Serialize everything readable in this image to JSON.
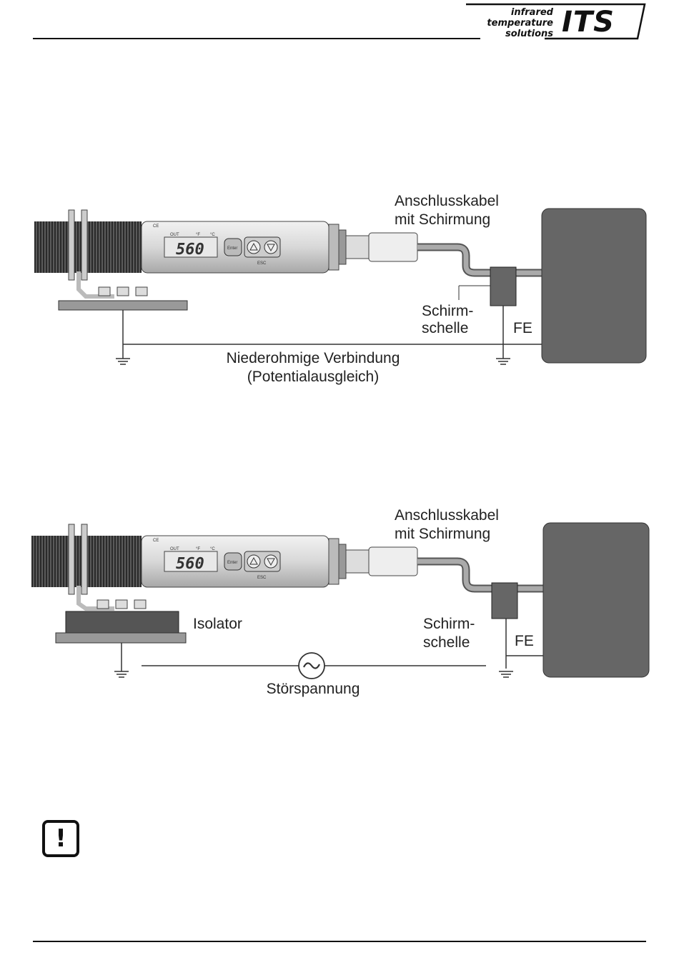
{
  "header": {
    "brand_lines": [
      "infrared",
      "temperature",
      "solutions"
    ],
    "brand_mark": "ITS"
  },
  "figure1": {
    "cable_label_1": "Anschlusskabel",
    "cable_label_2": "mit Schirmung",
    "clamp_label_1": "Schirm-",
    "clamp_label_2": "schelle",
    "fe_label": "FE",
    "connection_label_1": "Niederohmige Verbindung",
    "connection_label_2": "(Potentialausgleich)",
    "display_value": "560",
    "sensor_tags": {
      "out": "OUT",
      "f": "°F",
      "c": "°C",
      "enter": "Enter",
      "esc": "ESC"
    }
  },
  "figure2": {
    "cable_label_1": "Anschlusskabel",
    "cable_label_2": "mit Schirmung",
    "clamp_label_1": "Schirm-",
    "clamp_label_2": "schelle",
    "fe_label": "FE",
    "isolator_label": "Isolator",
    "noise_label": "Störspannung",
    "display_value": "560",
    "sensor_tags": {
      "out": "OUT",
      "f": "°F",
      "c": "°C",
      "enter": "Enter",
      "esc": "ESC"
    }
  },
  "notice": {
    "icon": "exclamation-icon",
    "glyph": "!"
  }
}
